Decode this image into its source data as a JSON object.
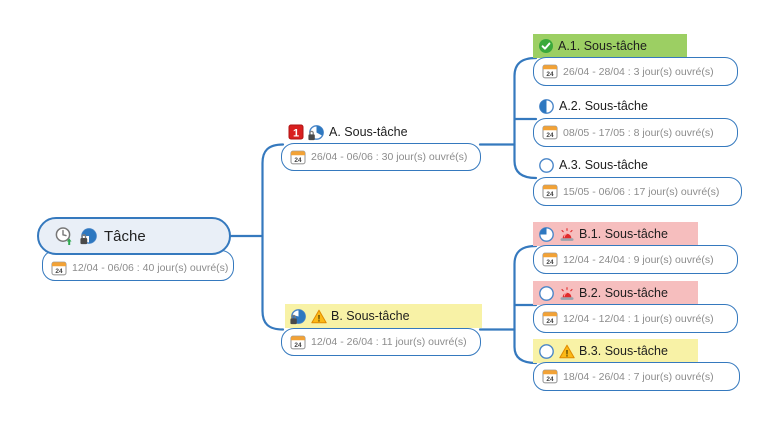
{
  "calendar_day": "24",
  "priority_label": "1",
  "warning_label": "!",
  "colors": {
    "branch_blue": "#3579BE",
    "root_fill": "#E9EFF7",
    "highlight_green": "#9CCF63",
    "highlight_pink": "#F6BEBE",
    "highlight_yellow": "#F8F2A6",
    "date_text_gray": "#8C8C8C",
    "progress_blue": "#2E78C0",
    "complete_green": "#3BA93B",
    "priority_red": "#D91F1F",
    "warning_orange": "#FBB917",
    "alarm_red": "#E02B2B",
    "calendar_orange": "#F2A236"
  },
  "tree": {
    "root": {
      "label": "Tâche",
      "dates": "12/04 - 06/06 : 40 jour(s) ouvré(s)",
      "icons": [
        "clock-rollup-icon",
        "progress-rollup-75-locked-icon"
      ]
    },
    "branches": [
      {
        "label": "A. Sous-tâche",
        "dates": "26/04 - 06/06 : 30 jour(s) ouvré(s)",
        "icons": [
          "priority-1-icon",
          "progress-rollup-33-locked-icon"
        ],
        "highlight": "none",
        "children": [
          {
            "label": "A.1. Sous-tâche",
            "dates": "26/04 - 28/04 : 3 jour(s) ouvré(s)",
            "icons": [
              "task-complete-icon"
            ],
            "highlight": "green"
          },
          {
            "label": "A.2. Sous-tâche",
            "dates": "08/05 - 17/05 : 8 jour(s) ouvré(s)",
            "icons": [
              "progress-50-icon"
            ],
            "highlight": "none"
          },
          {
            "label": "A.3. Sous-tâche",
            "dates": "15/05 - 06/06 : 17 jour(s) ouvré(s)",
            "icons": [
              "progress-0-icon"
            ],
            "highlight": "none"
          }
        ]
      },
      {
        "label": "B. Sous-tâche",
        "dates": "12/04 - 26/04 : 11 jour(s) ouvré(s)",
        "icons": [
          "progress-rollup-80-locked-icon",
          "warning-icon"
        ],
        "highlight": "yellow",
        "children": [
          {
            "label": "B.1. Sous-tâche",
            "dates": "12/04 - 24/04 : 9 jour(s) ouvré(s)",
            "icons": [
              "progress-25-icon",
              "alarm-icon"
            ],
            "highlight": "pink"
          },
          {
            "label": "B.2. Sous-tâche",
            "dates": "12/04 - 12/04 : 1 jour(s) ouvré(s)",
            "icons": [
              "progress-0-icon",
              "alarm-icon"
            ],
            "highlight": "pink"
          },
          {
            "label": "B.3. Sous-tâche",
            "dates": "18/04 - 26/04 : 7 jour(s) ouvré(s)",
            "icons": [
              "progress-0-icon",
              "warning-icon"
            ],
            "highlight": "yellow"
          }
        ]
      }
    ]
  }
}
